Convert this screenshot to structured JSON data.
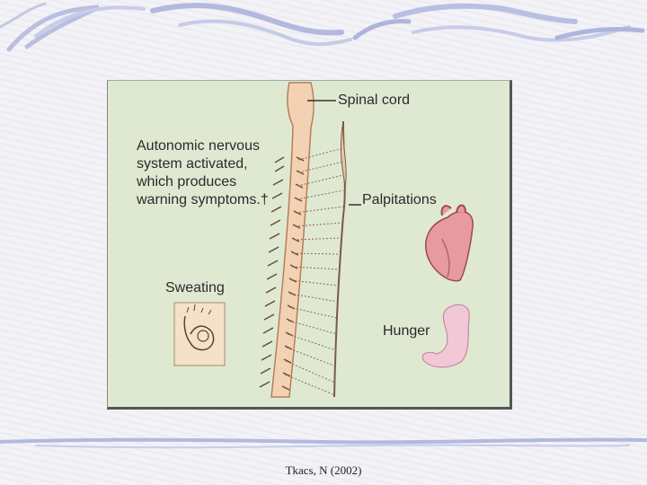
{
  "figure": {
    "labels": {
      "spinal_cord": "Spinal cord",
      "autonomic": "Autonomic nervous\nsystem activated,\nwhich produces\nwarning symptoms.†",
      "palpitations": "Palpitations",
      "sweating": "Sweating",
      "hunger": "Hunger"
    },
    "colors": {
      "background": "#dfe9d2",
      "spine": "#f3d2b4",
      "heart": "#e79aa0",
      "stomach": "#f2c8d6"
    }
  },
  "footer": {
    "citation": "Tkacs, N (2002)"
  }
}
